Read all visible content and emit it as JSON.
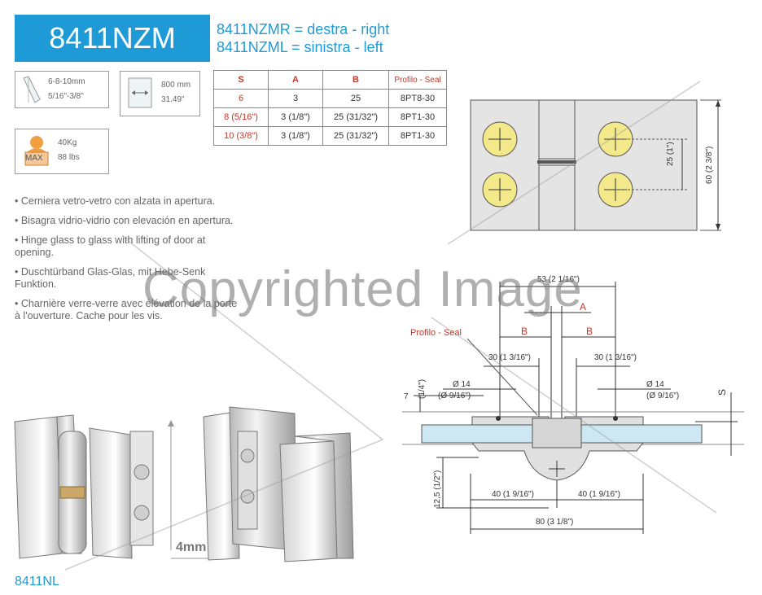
{
  "header": {
    "model": "8411NZM",
    "variant_right": "8411NZMR = destra - right",
    "variant_left": "8411NZML = sinistra - left"
  },
  "specs": {
    "glass_mm": "6-8-10mm",
    "glass_in": "5/16\"-3/8\"",
    "width_mm": "800 mm",
    "width_in": "31.49\"",
    "weight_kg": "40Kg",
    "weight_lbs": "88 lbs",
    "max_label": "MAX"
  },
  "table": {
    "headers": [
      "S",
      "A",
      "B",
      "Profilo - Seal"
    ],
    "rows": [
      [
        "6",
        "3",
        "25",
        "8PT8-30"
      ],
      [
        "8 (5/16\")",
        "3 (1/8\")",
        "25 (31/32\")",
        "8PT1-30"
      ],
      [
        "10 (3/8\")",
        "3 (1/8\")",
        "25 (31/32\")",
        "8PT1-30"
      ]
    ]
  },
  "description": [
    "• Cerniera vetro-vetro con alzata in apertura.",
    "• Bisagra vidrio-vidrio con elevación en apertura.",
    "• Hinge glass to glass with lifting of door at opening.",
    "• Duschtürband Glas-Glas, mit Hebe-Senk Funktion.",
    "• Charnière verre-verre avec élévation de la porte à l'ouverture. Cache pour les vis."
  ],
  "photo": {
    "lift_label": "4mm"
  },
  "drawing_top": {
    "dim_25": "25 (1\")",
    "dim_60": "60 (2 3/8\")"
  },
  "drawing_section": {
    "dim_53": "53 (2 1/16\")",
    "label_a": "A",
    "label_b_left": "B",
    "label_b_right": "B",
    "profile_label": "Profilo - Seal",
    "dim_30_left": "30 (1 3/16\")",
    "dim_30_right": "30 (1 3/16\")",
    "dia_left_1": "Ø 14",
    "dia_left_2": "(Ø 9/16\")",
    "dia_right_1": "Ø 14",
    "dia_right_2": "(Ø 9/16\")",
    "dim_7": "7",
    "dim_7_in": "(1/4\")",
    "label_s": "S",
    "dim_12": "12,5 (1/2\")",
    "dim_40_left": "40 (1 9/16\")",
    "dim_40_right": "40 (1 9/16\")",
    "dim_80": "80 (3 1/8\")"
  },
  "footer": {
    "label": "8411NL"
  },
  "watermark": "Copyrighted Image",
  "colors": {
    "accent": "#1e9bd7",
    "red": "#c0392b",
    "screw": "#f3e98a"
  }
}
